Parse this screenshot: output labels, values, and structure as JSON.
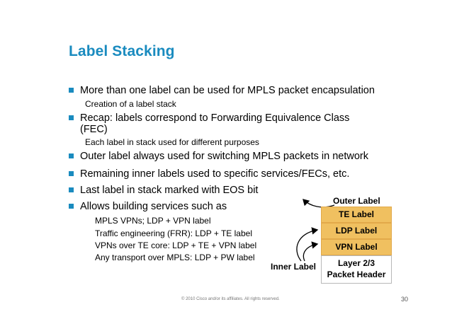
{
  "slide": {
    "title": "Label Stacking",
    "bullets": [
      {
        "text": "More than one label can be used for MPLS packet encapsulation"
      },
      {
        "text": "Recap: labels correspond to Forwarding Equivalence Class"
      },
      {
        "text": "Outer label always used for switching MPLS packets in network"
      },
      {
        "text": "Remaining inner labels used to specific services/FECs, etc."
      },
      {
        "text": "Last label in stack marked with EOS bit"
      },
      {
        "text": "Allows building services such as"
      }
    ],
    "fec_continuation": "(FEC)",
    "sub_items": {
      "creation": "Creation of a label stack",
      "each_label": "Each label in stack used for different purposes",
      "services": [
        "MPLS VPNs; LDP + VPN label",
        "Traffic engineering (FRR): LDP + TE label",
        "VPNs over TE core: LDP + TE + VPN label",
        "Any transport over MPLS: LDP + PW label"
      ]
    },
    "diagram": {
      "outer_label": "Outer Label",
      "inner_label": "Inner Label",
      "stack": [
        "TE Label",
        "LDP Label",
        "VPN Label"
      ],
      "packet_header_line1": "Layer 2/3",
      "packet_header_line2": "Packet Header"
    },
    "footer": "© 2010 Cisco and/or its affiliates. All rights reserved.",
    "page_number": "30",
    "colors": {
      "accent": "#1a8bbf",
      "label_fill": "#f0c060"
    }
  }
}
